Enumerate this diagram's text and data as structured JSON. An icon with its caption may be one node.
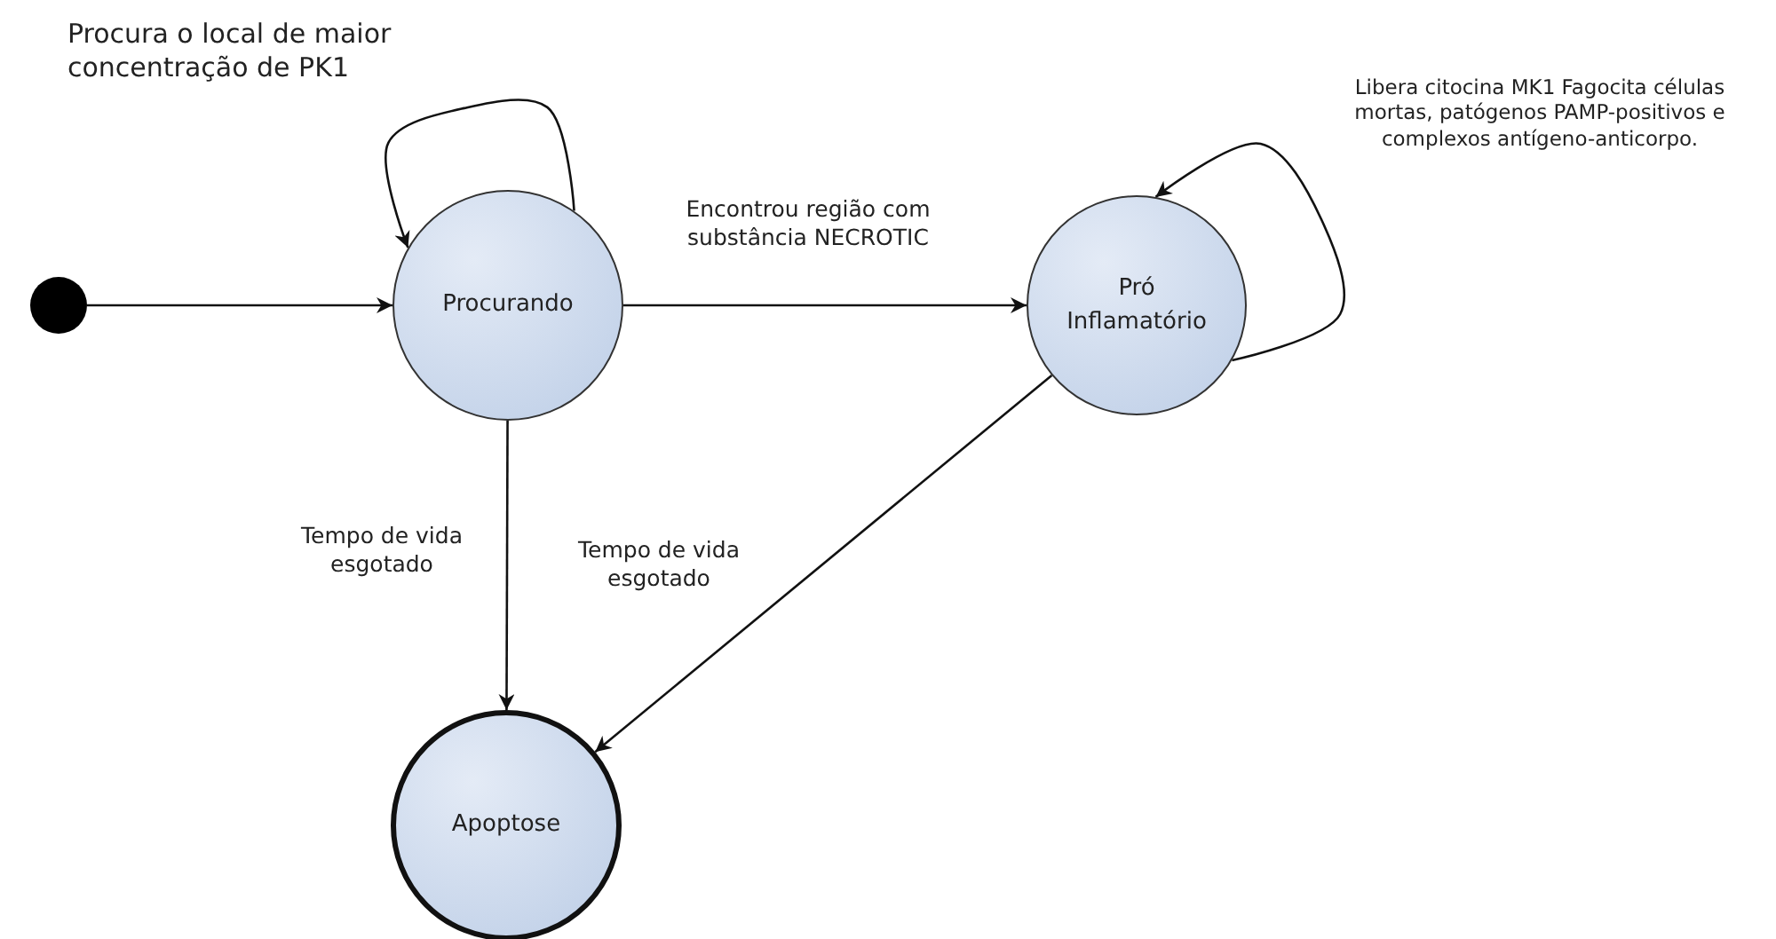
{
  "diagram": {
    "nodes": [
      {
        "text": [],
        "shape": "circle"
      },
      {
        "text": [
          "Procurando"
        ]
      },
      {
        "text": [
          "Pró Inflamatório"
        ]
      },
      {
        "text": [
          "Apoptose"
        ]
      }
    ],
    "edges": [
      {
        "from": 0,
        "to": 1,
        "arrow": "to"
      },
      {
        "from": 1,
        "to": 1,
        "arrow": "to",
        "label": "Procura o local de maior concentração de PK1"
      },
      {
        "from": 1,
        "to": 2,
        "arrow": "to",
        "label": "Encontrou região com substância NECROTIC"
      },
      {
        "from": 2,
        "to": 2,
        "arrow": "to",
        "label": "Libera citocina MK1 Fagocita células mortas, patógenos PAMP-positivos e complexos antígeno-anticorpo."
      },
      {
        "from": 1,
        "to": 3,
        "arrow": "to",
        "label": "Tempo de vida esgotado"
      },
      {
        "from": 2,
        "to": 3,
        "arrow": "to",
        "label": "Tempo de vida esgotado"
      }
    ]
  }
}
